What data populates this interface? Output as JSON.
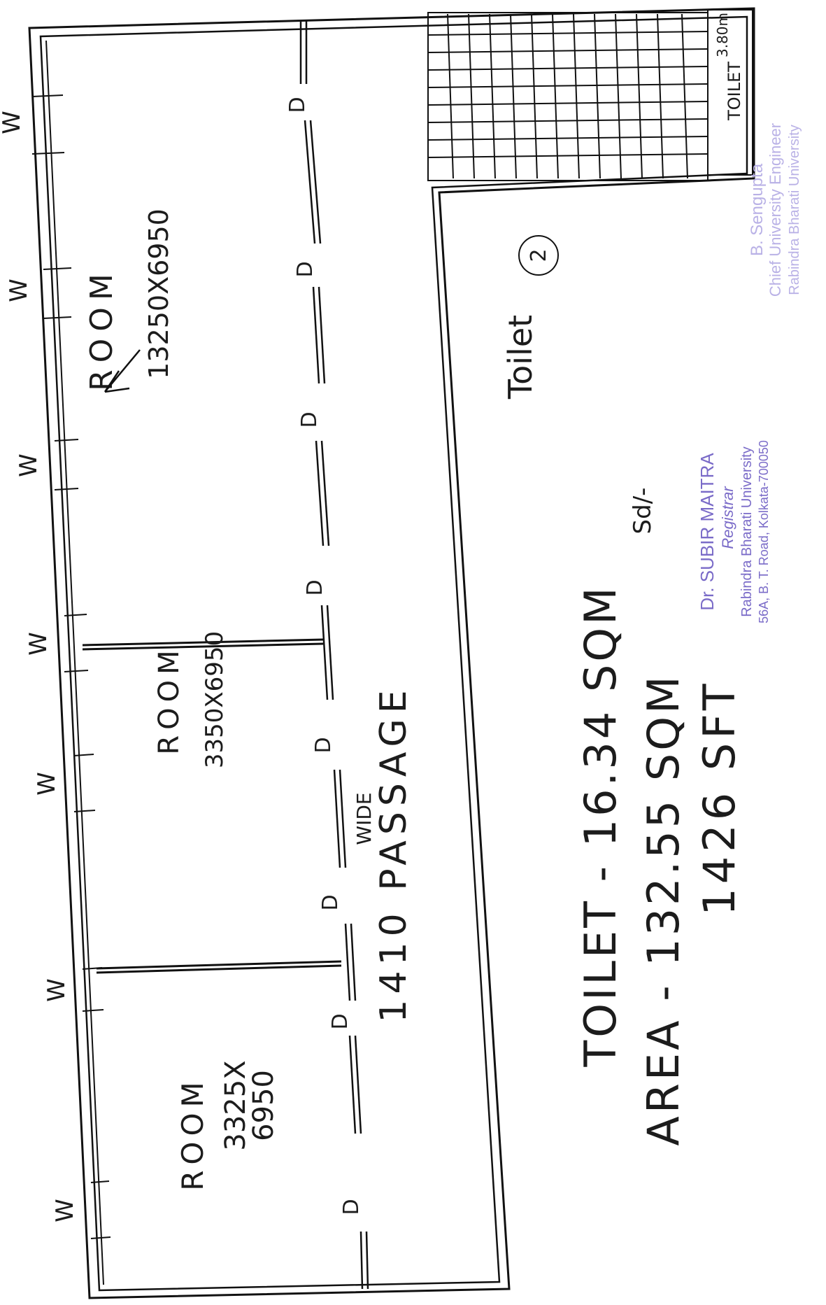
{
  "rooms": [
    {
      "label": "ROOM",
      "dims": "13250X6950"
    },
    {
      "label": "ROOM",
      "dims": "3350X6950"
    },
    {
      "label": "ROOM",
      "dims_line1": "3325X",
      "dims_line2": "6950"
    }
  ],
  "passage": {
    "width_label": "WIDE",
    "text": "1410 PASSAGE"
  },
  "toilet_block": {
    "label": "TOILET",
    "size_label": "3.80m",
    "note": "Toilet",
    "circle_number": "2"
  },
  "door_marker": "D",
  "window_marker": "W",
  "summary": {
    "toilet_line": "TOILET - 16.34 SQM",
    "area_line": "AREA - 132.55 SQM",
    "sft_line": "1426 SFT",
    "initials": "Sd/-"
  },
  "registrar_stamp": {
    "name": "Dr. SUBIR MAITRA",
    "title": "Registrar",
    "university": "Rabindra Bharati University",
    "address": "56A, B. T. Road, Kolkata-700050"
  },
  "engineer_stamp": {
    "name": "B. Sengupta",
    "title": "Chief University Engineer",
    "university": "Rabindra Bharati University"
  }
}
